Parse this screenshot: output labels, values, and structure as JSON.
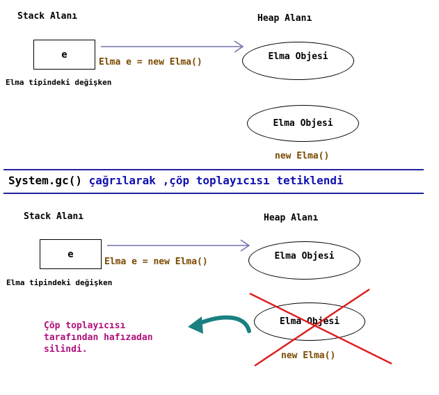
{
  "top": {
    "stack_title": "Stack Alanı",
    "heap_title": "Heap Alanı",
    "var_name": "e",
    "var_caption": "Elma tipindeki değişken",
    "assignment": "Elma e = new Elma()",
    "object1_label": "Elma Objesi",
    "object2_label": "Elma Objesi",
    "new_label": "new Elma()"
  },
  "banner": {
    "part1": "System.gc()",
    "part2": " çağrılarak ,çöp toplayıcısı tetiklendi"
  },
  "bottom": {
    "stack_title": "Stack Alanı",
    "heap_title": "Heap Alanı",
    "var_name": "e",
    "var_caption": "Elma tipindeki değişken",
    "assignment": "Elma e = new Elma()",
    "object1_label": "Elma Objesi",
    "object2_label": "Elma Objesi",
    "new_label": "new Elma()",
    "gc_note": "Çöp toplayıcısı\ntarafından hafızadan\nsilindi."
  },
  "colors": {
    "arrow": "#7070b0",
    "rule": "#2020a0",
    "cross": "#dd1f1f",
    "curved_arrow": "#1a8080",
    "code_text": "#7a4a00",
    "note_text": "#b0107a"
  }
}
